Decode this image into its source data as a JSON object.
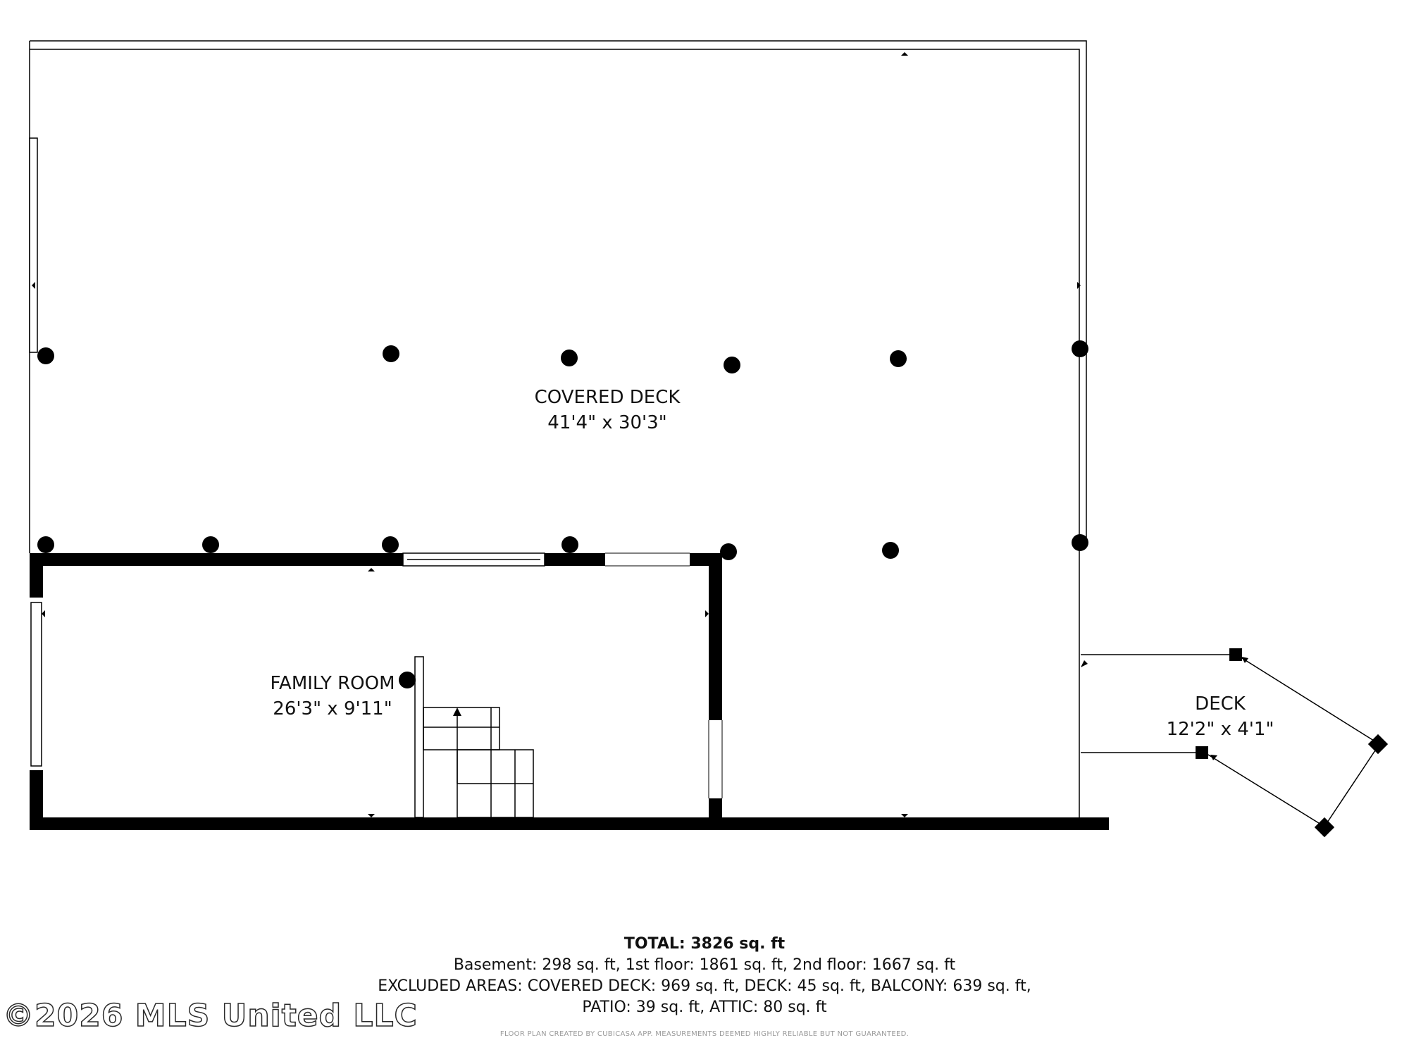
{
  "rooms": {
    "covered_deck": {
      "name": "COVERED DECK",
      "dimensions": "41'4\" x 30'3\""
    },
    "family_room": {
      "name": "FAMILY ROOM",
      "dimensions": "26'3\" x 9'11\""
    },
    "deck": {
      "name": "DECK",
      "dimensions": "12'2\" x 4'1\""
    }
  },
  "summary": {
    "total_label": "TOTAL:",
    "total_value": "3826 sq. ft",
    "floors_line": "Basement: 298 sq. ft, 1st floor: 1861 sq. ft, 2nd floor: 1667 sq. ft",
    "excluded_line_1": "EXCLUDED AREAS: COVERED DECK: 969 sq. ft, DECK: 45 sq. ft, BALCONY: 639 sq. ft,",
    "excluded_line_2": "PATIO: 39 sq. ft, ATTIC: 80 sq. ft"
  },
  "disclaimer": "FLOOR PLAN CREATED BY CUBICASA APP. MEASUREMENTS DEEMED HIGHLY RELIABLE BUT NOT GUARANTEED.",
  "watermark": "©2026 MLS United LLC",
  "colors": {
    "wall": "#000000",
    "background": "#ffffff"
  }
}
